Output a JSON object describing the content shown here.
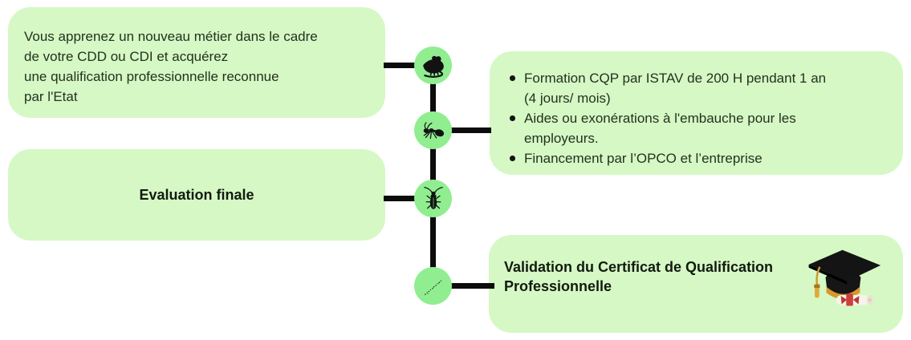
{
  "colors": {
    "background": "#ffffff",
    "bubble_green": "#d6f8c5",
    "node_green": "#90ee90",
    "connector_black": "#0c0c0c",
    "body_text": "#22321f",
    "bold_text": "#121a0f",
    "cap_gold": "#d6982f",
    "cap_black": "#161616",
    "scroll_white": "#f7f3ea",
    "ribbon_red": "#cf3f3a"
  },
  "left_top_box": {
    "text": "Vous apprenez un nouveau métier dans le cadre\nde votre CDD ou CDI et acquérez\nune qualification professionnelle reconnue\npar l'Etat"
  },
  "left_bottom_box": {
    "text": "Evaluation finale"
  },
  "right_top_box": {
    "items": [
      "Formation CQP par ISTAV de 200 H pendant 1 an\n(4 jours/ mois)",
      "Aides ou exonérations à l'embauche pour les\nemployeurs.",
      "Financement par l’OPCO et l’entreprise"
    ]
  },
  "right_bottom_box": {
    "title": "Validation du Certificat de Qualification\nProfessionnelle"
  },
  "timeline": {
    "node_icons": [
      "rat-icon",
      "ant-icon",
      "cockroach-icon",
      "insect-trail-icon"
    ],
    "decoration": "graduation-cap-icon"
  }
}
